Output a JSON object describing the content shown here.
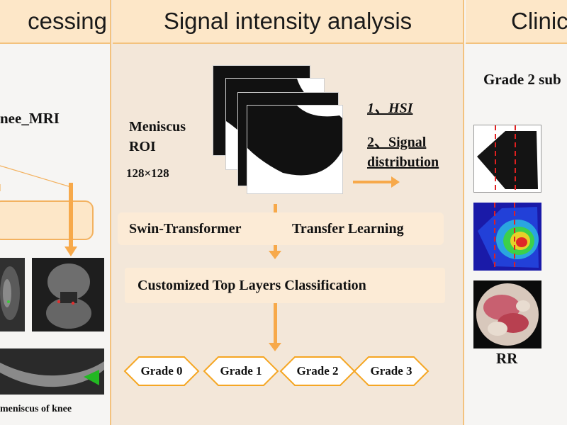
{
  "header": {
    "left_title": "cessing",
    "middle_title": "Signal intensity analysis",
    "right_title": "Clinic"
  },
  "left_panel": {
    "knee_mri_label": "nee_MRI",
    "caption": "meniscus of knee"
  },
  "middle_panel": {
    "roi_label": "Meniscus ROI",
    "roi_size": "128×128",
    "hsi_label": "1、HSI",
    "signal_label": "2、Signal distribution",
    "swin_label": "Swin-Transformer",
    "transfer_label": "Transfer Learning",
    "classify_label": "Customized Top Layers Classification",
    "grades": [
      "Grade 0",
      "Grade 1",
      "Grade 2",
      "Grade 3"
    ]
  },
  "right_panel": {
    "grade_label": "Grade 2 sub",
    "rr_label": "RR"
  },
  "colors": {
    "header_fill": "#fde7c8",
    "header_border": "#f3c27e",
    "arrow": "#f7a94a",
    "middle_bg": "#f3e7d9",
    "box_fill": "#fcebd6",
    "dashed_line": "#e02020"
  }
}
